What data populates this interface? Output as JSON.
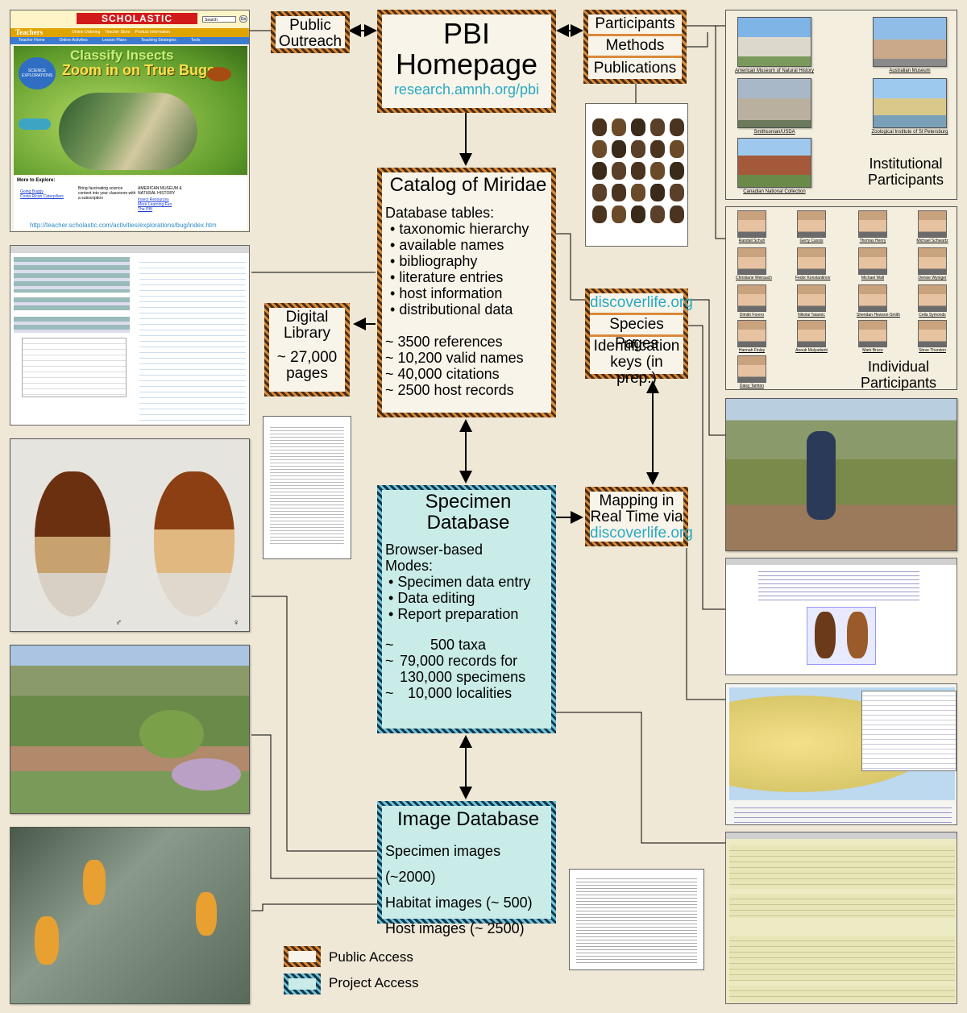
{
  "homepage": {
    "title_line1": "PBI",
    "title_line2": "Homepage",
    "url": "research.amnh.org/pbi"
  },
  "public_outreach": {
    "line1": "Public",
    "line2": "Outreach"
  },
  "pmp": {
    "participants": "Participants",
    "methods": "Methods",
    "publications": "Publications"
  },
  "catalog": {
    "title": "Catalog of Miridae",
    "tables_header": "Database tables:",
    "tables": [
      "taxonomic hierarchy",
      "available names",
      "bibliography",
      "literature entries",
      "host information",
      "distributional data"
    ],
    "stats": [
      "~ 3500 references",
      "~ 10,200 valid names",
      "~ 40,000 citations",
      "~ 2500 host records"
    ]
  },
  "digital_library": {
    "line1": "Digital",
    "line2": "Library",
    "line3": "~ 27,000",
    "line4": "pages"
  },
  "discover": {
    "url": "discoverlife.org",
    "species": "Species Pages",
    "keys1": "Identification",
    "keys2": "keys (in prep.)"
  },
  "specimen_db": {
    "title1": "Specimen",
    "title2": "Database",
    "browser1": "Browser-based",
    "browser2": "Modes:",
    "modes": [
      "Specimen data entry",
      "Data editing",
      "Report preparation"
    ],
    "stats": [
      {
        "tilde": "~",
        "text": "500 taxa"
      },
      {
        "tilde": "~",
        "text": "79,000 records for"
      },
      {
        "tilde": "",
        "text": "130,000 specimens"
      },
      {
        "tilde": "~",
        "text": "10,000 localities"
      }
    ]
  },
  "mapping": {
    "line1": "Mapping in",
    "line2": "Real Time via",
    "url": "discoverlife.org"
  },
  "image_db": {
    "title": "Image Database",
    "rows": [
      "Specimen images (~2000)",
      "Habitat images (~ 500)",
      "Host images (~ 2500)"
    ]
  },
  "legend": {
    "public": "Public Access",
    "project": "Project Access"
  },
  "scholastic": {
    "brand": "SCHOLASTIC",
    "search": "Search",
    "go": "Go",
    "teachers": "Teachers",
    "tabs": [
      "Online Ordering",
      "Teacher Store",
      "Product Information"
    ],
    "nav": [
      "Teacher Home",
      "Online Activities",
      "Lesson Plans",
      "Teaching Strategies",
      "Tools"
    ],
    "headline1": "Classify Insects",
    "headline2": "Zoom in on True Bugs",
    "badge": "SCIENCE EXPLORATIONS",
    "more": "More to Explore:",
    "links": [
      "Going Buggy",
      "Costa Rican Caterpillars"
    ],
    "promo": "Bring fascinating science content into your classroom with a subscription",
    "amnh": "AMERICAN MUSEUM & NATURAL HISTORY",
    "amnh_links": [
      "Insect Resources",
      "More Learning Fun",
      "The PBI"
    ],
    "url": "http://teacher.scholastic.com/activities/explorations/bug/index.htm"
  },
  "institutions": {
    "names": [
      "American Museum of Natural History",
      "Australian Museum",
      "Smithsonian/USDA",
      "Zoological Institute of St Petersburg",
      "Canadian National Collection"
    ],
    "caption1": "Institutional",
    "caption2": "Participants"
  },
  "individuals": {
    "names": [
      "Randall Schuh",
      "Gerry Cassis",
      "Thomas Henry",
      "Michael Schwartz",
      "Christiane Weirauch",
      "Fedor Konstantinov",
      "Michael Wall",
      "Denise Wyniger",
      "Dimitri Forero",
      "Nikolai Tatarnic",
      "Sheridan Hewson-Smith",
      "Celia Symonds",
      "Hannah Finlay",
      "Anouk Mulyadanti",
      "Mark Bruce",
      "Steve Thurston",
      "Daisy Tamton"
    ],
    "caption1": "Individual",
    "caption2": "Participants"
  },
  "sex_symbols": {
    "male": "♂",
    "female": "♀"
  },
  "colors": {
    "background": "#efe8d6",
    "public_border": "#d98a3c",
    "project_border": "#6ec3d8",
    "project_fill": "#c9ece8",
    "cyan_text": "#29a9c1"
  }
}
